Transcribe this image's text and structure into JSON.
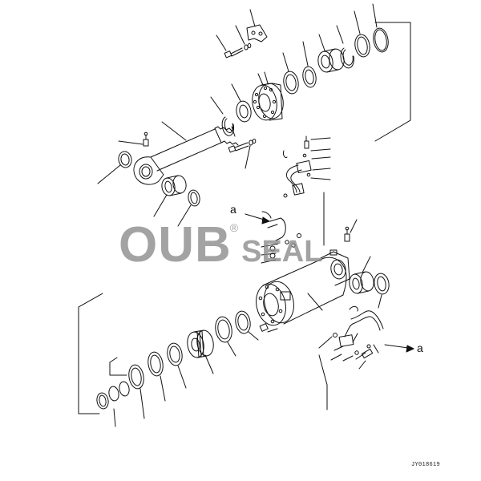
{
  "drawing": {
    "code": "JY018619",
    "connection_labels": [
      "a",
      "a"
    ]
  },
  "watermark": {
    "brand": "OUB",
    "registered": "®",
    "suffix": "SEAL"
  },
  "colors": {
    "line": "#111111",
    "watermark": "#8a8a8a",
    "background": "#ffffff"
  }
}
